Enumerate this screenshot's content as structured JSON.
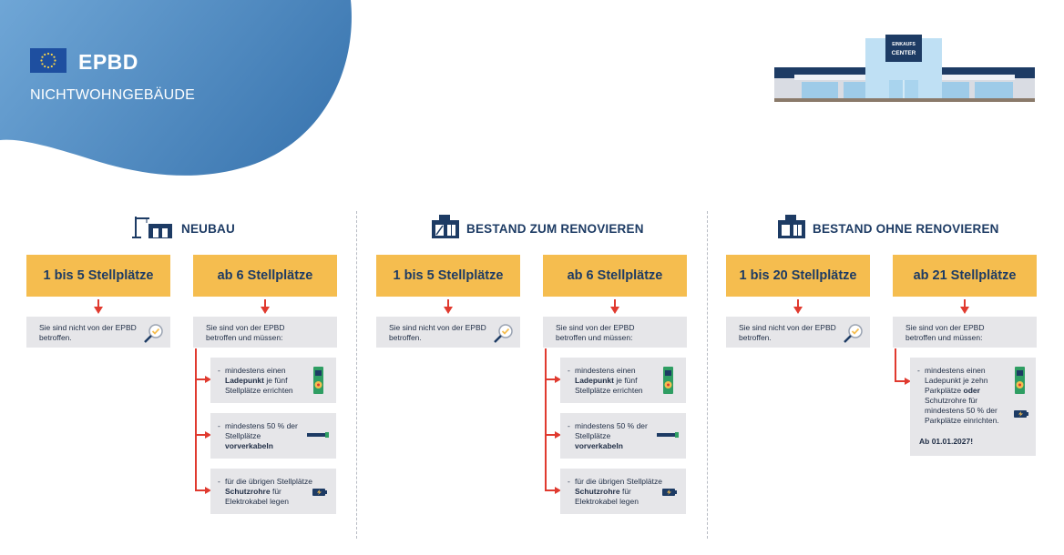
{
  "header": {
    "title": "EPBD",
    "subtitle": "NICHTWOHNGEBÄUDE",
    "building_sign_line1": "EINKAUFS",
    "building_sign_line2": "CENTER"
  },
  "colors": {
    "blob": "#4a86bd",
    "accent_box": "#f5bd4f",
    "grey_box": "#e6e6e9",
    "arrow": "#e03a2f",
    "navy": "#1d3b64"
  },
  "columns": [
    {
      "heading": "NEUBAU",
      "icon": "crane-building-icon",
      "small": {
        "label": "1 bis 5 Stellplätze",
        "text": "Sie sind nicht von der EPBD betroffen."
      },
      "large": {
        "label": "ab 6 Stellplätze",
        "text": "Sie sind von der EPBD betroffen und müssen:",
        "items": [
          {
            "pre": "mindestens einen ",
            "bold": "Ladepunkt",
            "post": " je fünf Stellplätze errichten",
            "icon": "charging-station-icon"
          },
          {
            "pre": "mindestens 50 % der Stellplätze ",
            "bold": "vorverkabeln",
            "post": "",
            "icon": "cable-icon"
          },
          {
            "pre": "für die übrigen Stellplätze ",
            "bold": "Schutzrohre",
            "post": " für Elektrokabel legen",
            "icon": "conduit-icon"
          }
        ]
      }
    },
    {
      "heading": "BESTAND ZUM RENOVIEREN",
      "icon": "renovation-building-icon",
      "small": {
        "label": "1 bis 5 Stellplätze",
        "text": "Sie sind nicht von der EPBD betroffen."
      },
      "large": {
        "label": "ab 6 Stellplätze",
        "text": "Sie sind von der EPBD betroffen und müssen:",
        "items": [
          {
            "pre": "mindestens einen ",
            "bold": "Ladepunkt",
            "post": " je fünf Stellplätze errichten",
            "icon": "charging-station-icon"
          },
          {
            "pre": "mindestens 50 % der Stellplätze ",
            "bold": "vorverkabeln",
            "post": "",
            "icon": "cable-icon"
          },
          {
            "pre": "für die übrigen Stellplätze ",
            "bold": "Schutzrohre",
            "post": " für Elektrokabel legen",
            "icon": "conduit-icon"
          }
        ]
      }
    },
    {
      "heading": "BESTAND OHNE RENOVIEREN",
      "icon": "existing-building-icon",
      "small": {
        "label": "1 bis 20 Stellplätze",
        "text": "Sie sind nicht von der EPBD betroffen."
      },
      "large": {
        "label": "ab 21 Stellplätze",
        "text": "Sie sind von der EPBD betroffen und müssen:",
        "items": [
          {
            "pre": "mindestens einen Ladepunkt je zehn Parkplätze ",
            "bold": "oder",
            "post": " Schutzrohre für mindestens 50 % der Parkplätze einrichten.",
            "icon": "charging-station-icon"
          }
        ],
        "note": "Ab 01.01.2027!"
      }
    }
  ]
}
